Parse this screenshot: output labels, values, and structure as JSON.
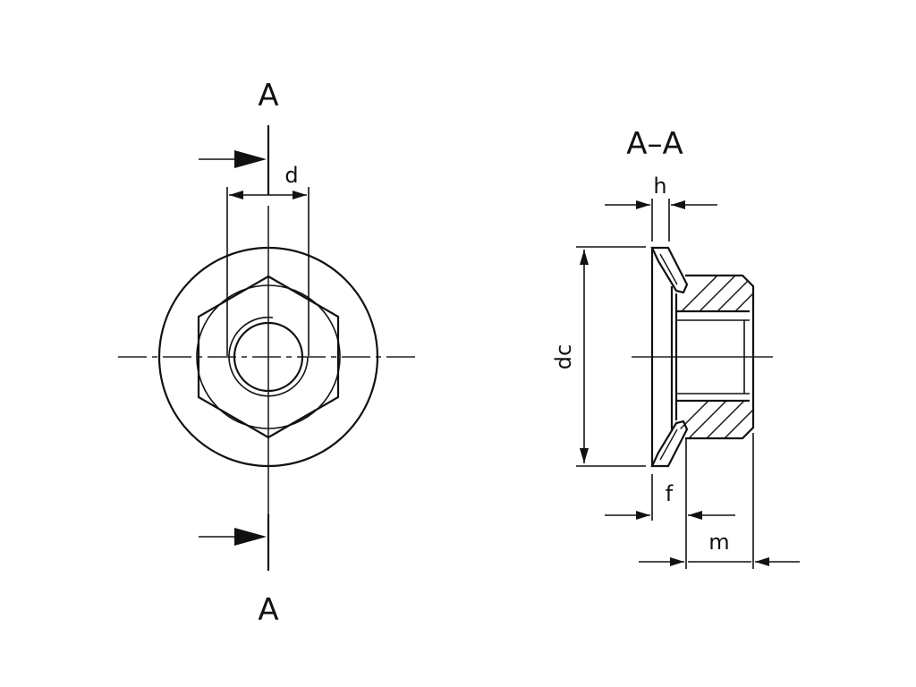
{
  "drawing": {
    "type": "technical-drawing",
    "subject": "hexagon flange nut",
    "colors": {
      "line": "#111111",
      "background": "#ffffff"
    },
    "front_view": {
      "section_marker_top": "A",
      "section_marker_bottom": "A",
      "dimensions": {
        "bore": "d"
      }
    },
    "section_view": {
      "title": "A–A",
      "dimensions": {
        "flange_thickness": "h",
        "flange_diameter": "dc",
        "flange_offset": "f",
        "nut_height": "m"
      }
    }
  }
}
